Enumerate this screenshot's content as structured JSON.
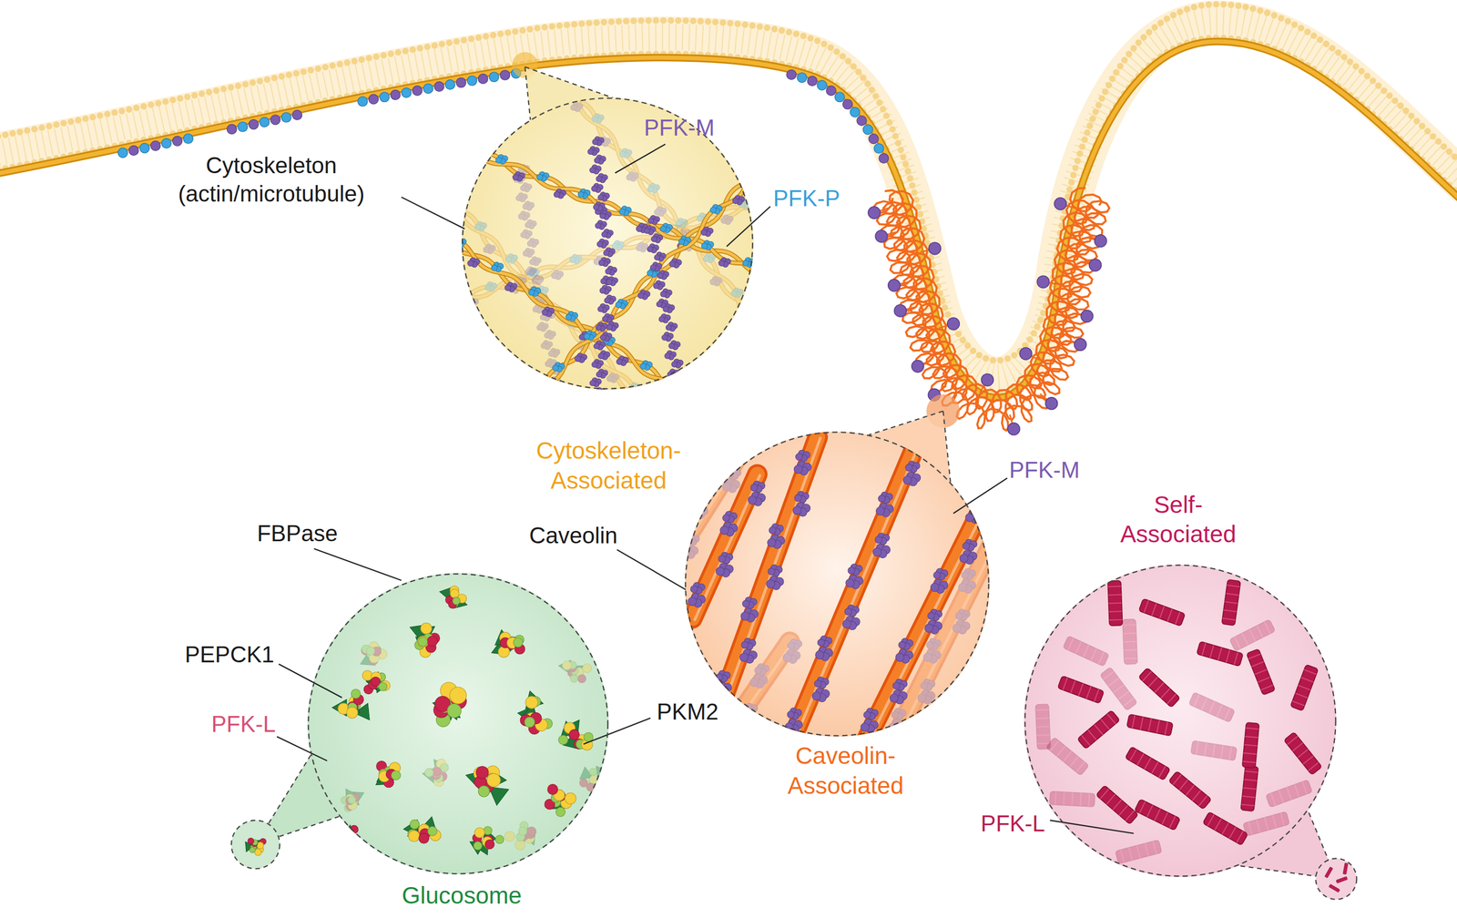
{
  "diagram": {
    "nodes": [
      {
        "text": [
          "Cytoskeleton-Associated"
        ]
      },
      {
        "text": [
          "Caveolin-Associated"
        ]
      },
      {
        "text": [
          "Glucosome"
        ]
      },
      {
        "text": [
          "Self-Associated"
        ]
      }
    ],
    "labels": [
      "Cytoskeleton (actin/microtubule)",
      "PFK-M",
      "PFK-P",
      "PFK-M",
      "Caveolin",
      "FBPase",
      "PEPCK1",
      "PFK-L",
      "PKM2",
      "PFK-L"
    ]
  }
}
